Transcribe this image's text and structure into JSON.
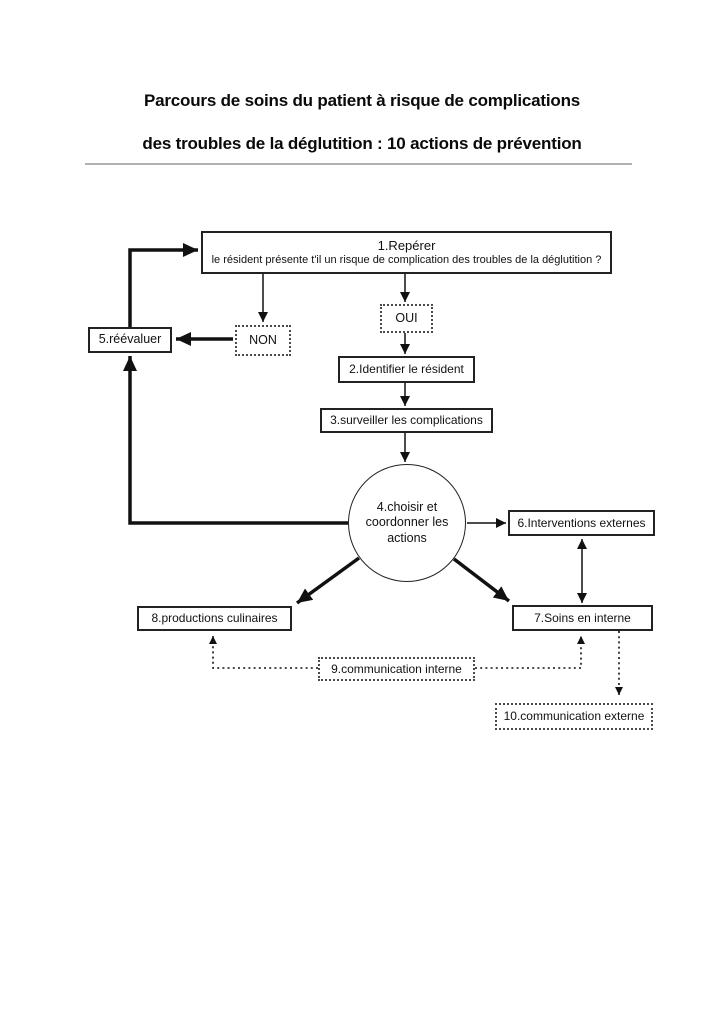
{
  "page_title": {
    "line1": "Parcours de soins du patient à risque de complications",
    "line2": "des troubles de la déglutition : 10 actions de prévention"
  },
  "flowchart": {
    "nodes": {
      "reperer_title": "1.Repérer",
      "reperer_question": "le résident présente t'il un risque de complication des troubles de la déglutition ?",
      "oui": "OUI",
      "non": "NON",
      "identifier": "2.Identifier le résident",
      "surveiller": "3.surveiller les complications",
      "choisir": "4.choisir et coordonner les actions",
      "reevaluer": "5.réévaluer",
      "interventions_externes": "6.Interventions externes",
      "soins_en_interne": "7.Soins en interne",
      "productions_culinaires": "8.productions culinaires",
      "communication_interne": "9.communication interne",
      "communication_externe": "10.communication externe"
    },
    "colors": {
      "line": "#111111",
      "box_border": "#222222",
      "dotted_border": "#4a4a4a",
      "text": "#111111",
      "page_background": "#ffffff",
      "separator": "#b0b0b0"
    }
  }
}
